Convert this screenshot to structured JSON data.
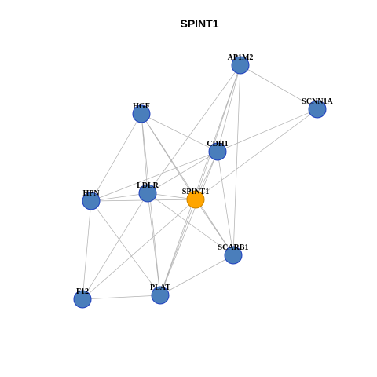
{
  "title": "SPINT1",
  "colors": {
    "background": "#ffffff",
    "edge": "#b3b3b3",
    "node_fill": "#4a7ebb",
    "node_stroke": "#1f3fbf",
    "center_fill": "#ffa500",
    "center_stroke": "#cc8400",
    "label": "#000000"
  },
  "network": {
    "center": "SPINT1",
    "nodes": [
      {
        "id": "AP1M2",
        "label": "AP1M2"
      },
      {
        "id": "SCNN1A",
        "label": "SCNN1A"
      },
      {
        "id": "HGF",
        "label": "HGF"
      },
      {
        "id": "CDH1",
        "label": "CDH1"
      },
      {
        "id": "HPN",
        "label": "HPN"
      },
      {
        "id": "LDLR",
        "label": "LDLR"
      },
      {
        "id": "SPINT1",
        "label": "SPINT1"
      },
      {
        "id": "SCARB1",
        "label": "SCARB1"
      },
      {
        "id": "F12",
        "label": "F12"
      },
      {
        "id": "PLAT",
        "label": "PLAT"
      }
    ],
    "edges": [
      [
        "AP1M2",
        "SCNN1A"
      ],
      [
        "AP1M2",
        "CDH1"
      ],
      [
        "AP1M2",
        "SPINT1"
      ],
      [
        "AP1M2",
        "SCARB1"
      ],
      [
        "AP1M2",
        "LDLR"
      ],
      [
        "AP1M2",
        "PLAT"
      ],
      [
        "SCNN1A",
        "CDH1"
      ],
      [
        "SCNN1A",
        "SPINT1"
      ],
      [
        "HGF",
        "CDH1"
      ],
      [
        "HGF",
        "HPN"
      ],
      [
        "HGF",
        "LDLR"
      ],
      [
        "HGF",
        "SPINT1"
      ],
      [
        "HGF",
        "SCARB1"
      ],
      [
        "HGF",
        "PLAT"
      ],
      [
        "CDH1",
        "HPN"
      ],
      [
        "CDH1",
        "LDLR"
      ],
      [
        "CDH1",
        "SPINT1"
      ],
      [
        "CDH1",
        "SCARB1"
      ],
      [
        "CDH1",
        "PLAT"
      ],
      [
        "HPN",
        "LDLR"
      ],
      [
        "HPN",
        "SPINT1"
      ],
      [
        "HPN",
        "F12"
      ],
      [
        "HPN",
        "PLAT"
      ],
      [
        "LDLR",
        "SPINT1"
      ],
      [
        "LDLR",
        "SCARB1"
      ],
      [
        "LDLR",
        "F12"
      ],
      [
        "LDLR",
        "PLAT"
      ],
      [
        "SPINT1",
        "SCARB1"
      ],
      [
        "SPINT1",
        "F12"
      ],
      [
        "SPINT1",
        "PLAT"
      ],
      [
        "SCARB1",
        "PLAT"
      ],
      [
        "F12",
        "PLAT"
      ]
    ]
  }
}
